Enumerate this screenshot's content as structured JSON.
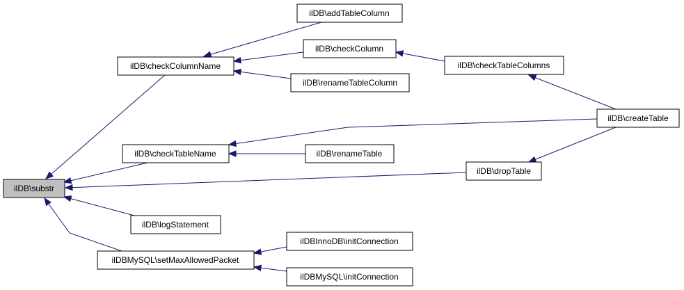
{
  "nodes": {
    "substr": "ilDB\\substr",
    "checkColumnName": "ilDB\\checkColumnName",
    "addTableColumn": "ilDB\\addTableColumn",
    "checkColumn": "ilDB\\checkColumn",
    "renameTableColumn": "ilDB\\renameTableColumn",
    "checkTableColumns": "ilDB\\checkTableColumns",
    "createTable": "ilDB\\createTable",
    "checkTableName": "ilDB\\checkTableName",
    "renameTable": "ilDB\\renameTable",
    "dropTable": "ilDB\\dropTable",
    "logStatement": "ilDB\\logStatement",
    "setMaxAllowedPacket": "ilDBMySQL\\setMaxAllowedPacket",
    "innoInitConnection": "ilDBInnoDB\\initConnection",
    "mysqlInitConnection": "ilDBMySQL\\initConnection"
  },
  "colors": {
    "edge": "#191970",
    "root_fill": "#bfbfbf",
    "node_fill": "#ffffff",
    "node_border": "#000000"
  }
}
